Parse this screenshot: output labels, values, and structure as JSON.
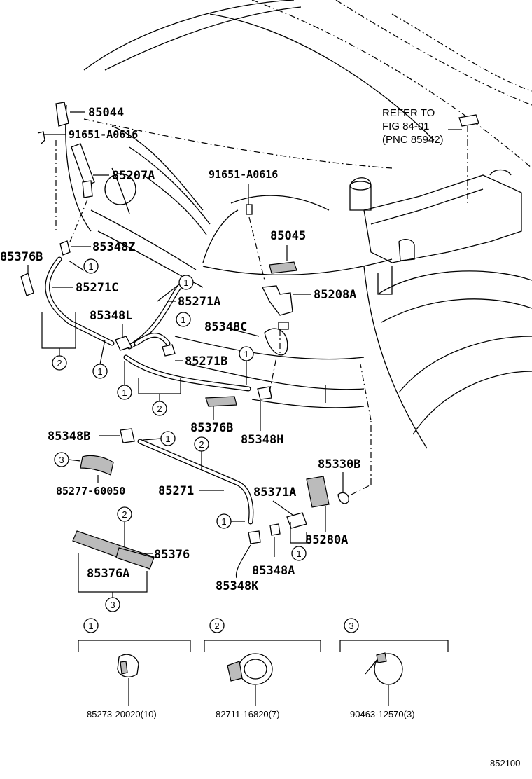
{
  "labels": {
    "p85044": "85044",
    "p91651_a": "91651-A0616",
    "p85207A": "85207A",
    "p91651_b": "91651-A0616",
    "p85376B": "85376B",
    "p85348Z": "85348Z",
    "p85045": "85045",
    "p85271C": "85271C",
    "p85208A": "85208A",
    "p85271A": "85271A",
    "p85348L": "85348L",
    "p85348C": "85348C",
    "p85271B": "85271B",
    "p85376B_2": "85376B",
    "p85348H": "85348H",
    "p85348B": "85348B",
    "p85330B": "85330B",
    "p85277": "85277-60050",
    "p85271": "85271",
    "p85371A": "85371A",
    "p85280A": "85280A",
    "p85376": "85376",
    "p85376A": "85376A",
    "p85348A": "85348A",
    "p85348K": "85348K"
  },
  "refer": {
    "line1": "REFER TO",
    "line2": "FIG 84-01",
    "line3": "(PNC 85942)"
  },
  "callouts": {
    "one": "1",
    "two": "2",
    "three": "3"
  },
  "legend": [
    {
      "key": "1",
      "part": "85273-20020(10)",
      "icon": "clip-ring-icon"
    },
    {
      "key": "2",
      "part": "82711-16820(7)",
      "icon": "hose-clamp-icon"
    },
    {
      "key": "3",
      "part": "90463-12570(3)",
      "icon": "cable-tie-icon"
    }
  ],
  "figure_code": "852100"
}
